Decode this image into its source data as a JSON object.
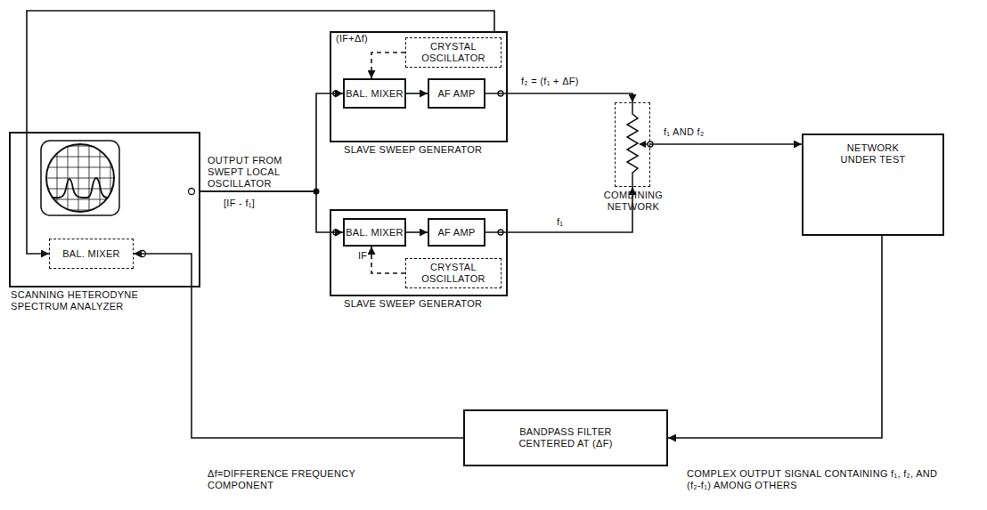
{
  "diagram": {
    "nodes": [
      {
        "text": [
          "SCANNING HETERODYNE SPECTRUM ANALYZER"
        ]
      },
      {
        "text": [
          "BAL. MIXER"
        ],
        "in": 0
      },
      {
        "text": [
          "SLAVE SWEEP GENERATOR"
        ]
      },
      {
        "text": [
          "CRYSTAL OSCILLATOR"
        ],
        "in": 2
      },
      {
        "text": [
          "BAL. MIXER"
        ],
        "in": 2
      },
      {
        "text": [
          "AF AMP"
        ],
        "in": 2
      },
      {
        "text": [
          "SLAVE SWEEP GENERATOR"
        ]
      },
      {
        "text": [
          "BAL. MIXER"
        ],
        "in": 6
      },
      {
        "text": [
          "AF AMP"
        ],
        "in": 6
      },
      {
        "text": [
          "CRYSTAL OSCILLATOR"
        ],
        "in": 6
      },
      {
        "text": [
          "COMBINING NETWORK"
        ]
      },
      {
        "text": [
          "NETWORK UNDER TEST"
        ]
      },
      {
        "text": [
          "BANDPASS FILTER CENTERED AT (ΔF)"
        ]
      }
    ],
    "edges": [
      {
        "from": 0,
        "to": 4,
        "arrow": "to"
      },
      {
        "from": 0,
        "to": 7,
        "arrow": "to"
      },
      {
        "from": 3,
        "to": 4,
        "arrow": "to"
      },
      {
        "from": 9,
        "to": 7,
        "arrow": "to"
      },
      {
        "from": 4,
        "to": 5,
        "arrow": "to"
      },
      {
        "from": 7,
        "to": 8,
        "arrow": "to"
      },
      {
        "from": 5,
        "to": 10,
        "arrow": "to"
      },
      {
        "from": 8,
        "to": 10,
        "arrow": "to"
      },
      {
        "from": 10,
        "to": 11,
        "arrow": "to"
      },
      {
        "from": 11,
        "to": 12,
        "arrow": "to"
      },
      {
        "from": 12,
        "to": 1,
        "arrow": "to"
      },
      {
        "from": 2,
        "to": 1,
        "arrow": "to"
      }
    ],
    "labels": [
      "OUTPUT FROM SWEPT LOCAL OSCILLATOR",
      "[IF - f₁]",
      "(IF+Δf)",
      "IF",
      "f₂ = (f₁ + ΔF)",
      "f₁",
      "f₁ AND f₂",
      "Δf=DIFFERENCE FREQUENCY COMPONENT",
      "COMPLEX OUTPUT SIGNAL CONTAINING f₁, f₂, AND (f₂-f₁) AMONG OTHERS"
    ]
  }
}
